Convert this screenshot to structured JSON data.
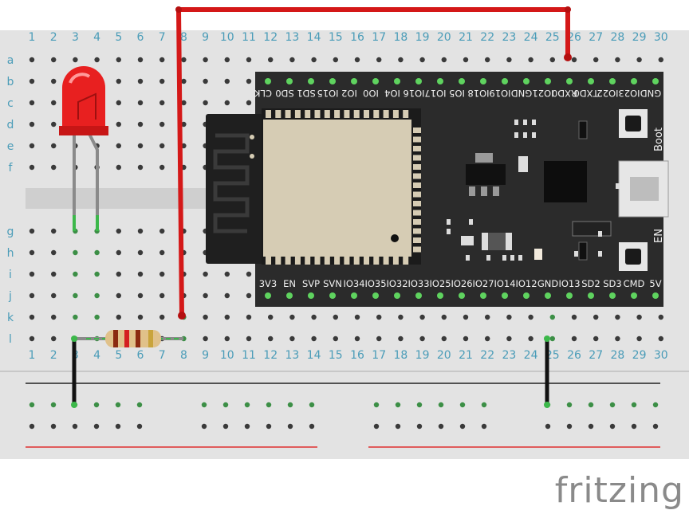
{
  "breadboard": {
    "columns": [
      "1",
      "2",
      "3",
      "4",
      "5",
      "6",
      "7",
      "8",
      "9",
      "10",
      "11",
      "12",
      "13",
      "14",
      "15",
      "16",
      "17",
      "18",
      "19",
      "20",
      "21",
      "22",
      "23",
      "24",
      "25",
      "26",
      "27",
      "28",
      "29",
      "30"
    ],
    "top_rows": [
      "a",
      "b",
      "c",
      "d",
      "e",
      "f"
    ],
    "bottom_rows": [
      "g",
      "h",
      "i",
      "j",
      "k",
      "l"
    ]
  },
  "esp32": {
    "top_pins": [
      "CLK",
      "SD0",
      "SD1",
      "IO15",
      "IO2",
      "IO0",
      "IO4",
      "IO16",
      "IO17",
      "IO5",
      "IO18",
      "IO19",
      "GND",
      "IO21",
      "RXD0",
      "TXD0",
      "IO22",
      "IO23",
      "GND"
    ],
    "bottom_pins": [
      "3V3",
      "EN",
      "SVP",
      "SVN",
      "IO34",
      "IO35",
      "IO32",
      "IO33",
      "IO25",
      "IO26",
      "IO27",
      "IO14",
      "IO12",
      "GND",
      "IO13",
      "SD2",
      "SD3",
      "CMD",
      "5V"
    ],
    "boot_label": "Boot",
    "en_label": "EN",
    "colors": {
      "board": "#2b2b2b",
      "pin": "#5fd35f",
      "module": "#d6ccb4"
    }
  },
  "components": {
    "led": {
      "color": "#e82020"
    },
    "wire": {
      "color": "#d41818"
    },
    "jumper": {
      "color": "#111111"
    },
    "resistor": {
      "color": "#e0c18a"
    }
  },
  "branding": {
    "logo": "fritzing"
  }
}
